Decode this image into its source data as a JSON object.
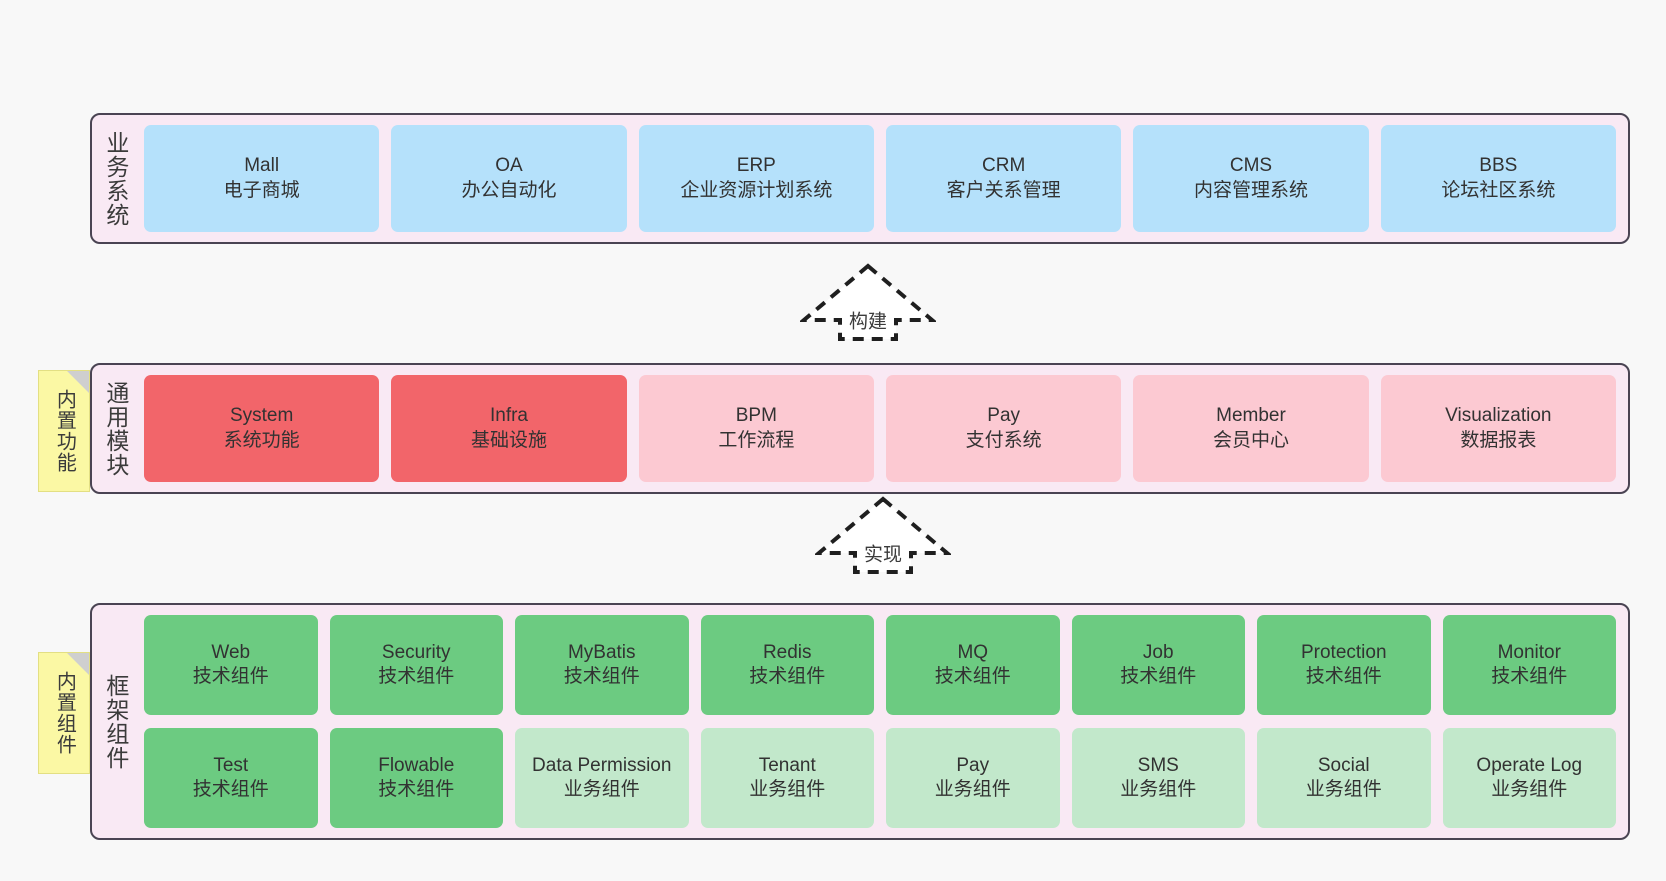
{
  "diagram": {
    "background": "#f8f8f8",
    "panel_fill": "#f9e9f4",
    "panel_stroke": "#4a4453",
    "note_fill": "#fbf8a4"
  },
  "layers": [
    {
      "id": "business-systems",
      "title": "业务系统",
      "note": null,
      "rows": [
        [
          {
            "en": "Mall",
            "cn": "电子商城",
            "color": "#b5e1fb",
            "style": "c-blue"
          },
          {
            "en": "OA",
            "cn": "办公自动化",
            "color": "#b5e1fb",
            "style": "c-blue"
          },
          {
            "en": "ERP",
            "cn": "企业资源计划系统",
            "color": "#b5e1fb",
            "style": "c-blue"
          },
          {
            "en": "CRM",
            "cn": "客户关系管理",
            "color": "#b5e1fb",
            "style": "c-blue"
          },
          {
            "en": "CMS",
            "cn": "内容管理系统",
            "color": "#b5e1fb",
            "style": "c-blue"
          },
          {
            "en": "BBS",
            "cn": "论坛社区系统",
            "color": "#b5e1fb",
            "style": "c-blue"
          }
        ]
      ]
    },
    {
      "id": "common-modules",
      "title": "通用模块",
      "note": "内置功能",
      "rows": [
        [
          {
            "en": "System",
            "cn": "系统功能",
            "color": "#f2656a",
            "style": "c-red"
          },
          {
            "en": "Infra",
            "cn": "基础设施",
            "color": "#f2656a",
            "style": "c-red"
          },
          {
            "en": "BPM",
            "cn": "工作流程",
            "color": "#fcc9d2",
            "style": "c-pink"
          },
          {
            "en": "Pay",
            "cn": "支付系统",
            "color": "#fcc9d2",
            "style": "c-pink"
          },
          {
            "en": "Member",
            "cn": "会员中心",
            "color": "#fcc9d2",
            "style": "c-pink"
          },
          {
            "en": "Visualization",
            "cn": "数据报表",
            "color": "#fcc9d2",
            "style": "c-pink"
          }
        ]
      ]
    },
    {
      "id": "framework-components",
      "title": "框架组件",
      "note": "内置组件",
      "rows": [
        [
          {
            "en": "Web",
            "cn": "技术组件",
            "color": "#6ccb81",
            "style": "c-green"
          },
          {
            "en": "Security",
            "cn": "技术组件",
            "color": "#6ccb81",
            "style": "c-green"
          },
          {
            "en": "MyBatis",
            "cn": "技术组件",
            "color": "#6ccb81",
            "style": "c-green"
          },
          {
            "en": "Redis",
            "cn": "技术组件",
            "color": "#6ccb81",
            "style": "c-green"
          },
          {
            "en": "MQ",
            "cn": "技术组件",
            "color": "#6ccb81",
            "style": "c-green"
          },
          {
            "en": "Job",
            "cn": "技术组件",
            "color": "#6ccb81",
            "style": "c-green"
          },
          {
            "en": "Protection",
            "cn": "技术组件",
            "color": "#6ccb81",
            "style": "c-green"
          },
          {
            "en": "Monitor",
            "cn": "技术组件",
            "color": "#6ccb81",
            "style": "c-green"
          }
        ],
        [
          {
            "en": "Test",
            "cn": "技术组件",
            "color": "#6ccb81",
            "style": "c-green"
          },
          {
            "en": "Flowable",
            "cn": "技术组件",
            "color": "#6ccb81",
            "style": "c-green"
          },
          {
            "en": "Data Permission",
            "cn": "业务组件",
            "color": "#c2e8cb",
            "style": "c-lightgreen",
            "wrap": true
          },
          {
            "en": "Tenant",
            "cn": "业务组件",
            "color": "#c2e8cb",
            "style": "c-lightgreen"
          },
          {
            "en": "Pay",
            "cn": "业务组件",
            "color": "#c2e8cb",
            "style": "c-lightgreen"
          },
          {
            "en": "SMS",
            "cn": "业务组件",
            "color": "#c2e8cb",
            "style": "c-lightgreen"
          },
          {
            "en": "Social",
            "cn": "业务组件",
            "color": "#c2e8cb",
            "style": "c-lightgreen"
          },
          {
            "en": "Operate Log",
            "cn": "业务组件",
            "color": "#c2e8cb",
            "style": "c-lightgreen"
          }
        ]
      ]
    }
  ],
  "connectors": [
    {
      "id": "build",
      "label": "构建",
      "from": "common-modules",
      "to": "business-systems"
    },
    {
      "id": "realize",
      "label": "实现",
      "from": "framework-components",
      "to": "common-modules"
    }
  ]
}
